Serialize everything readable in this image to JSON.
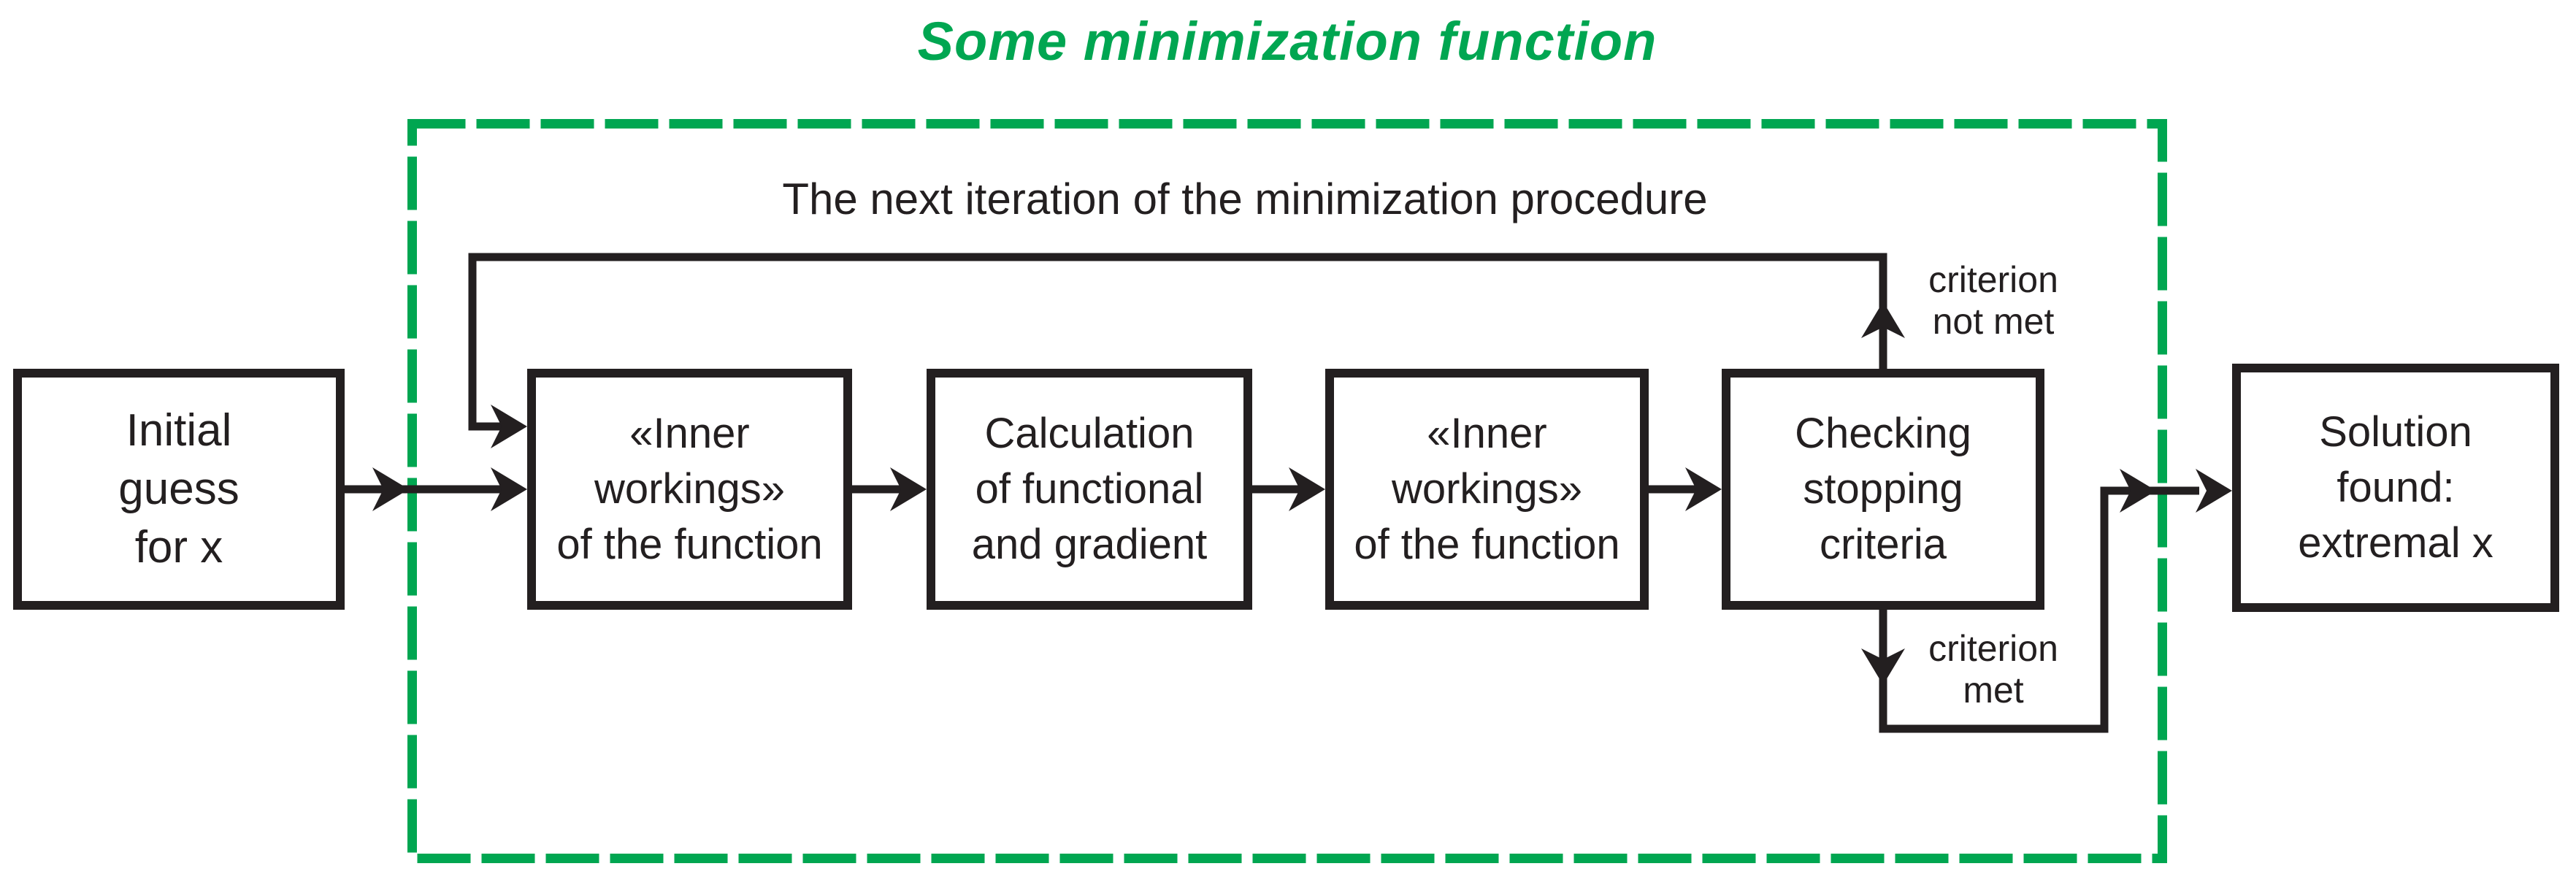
{
  "title": "Some minimization function",
  "loop_label": "The next iteration of the minimization procedure",
  "nodes": {
    "initial": "Initial\nguess\nfor x",
    "inner1": "«Inner\nworkings»\nof the function",
    "calc": "Calculation\nof functional\nand gradient",
    "inner2": "«Inner\nworkings»\nof the function",
    "check": "Checking\nstopping\ncriteria",
    "solution": "Solution\nfound:\nextremal x"
  },
  "edge_labels": {
    "not_met": "criterion\nnot met",
    "met": "criterion\nmet"
  },
  "colors": {
    "accent_green": "#00A651",
    "line_black": "#231F20",
    "background": "#FFFFFF"
  }
}
